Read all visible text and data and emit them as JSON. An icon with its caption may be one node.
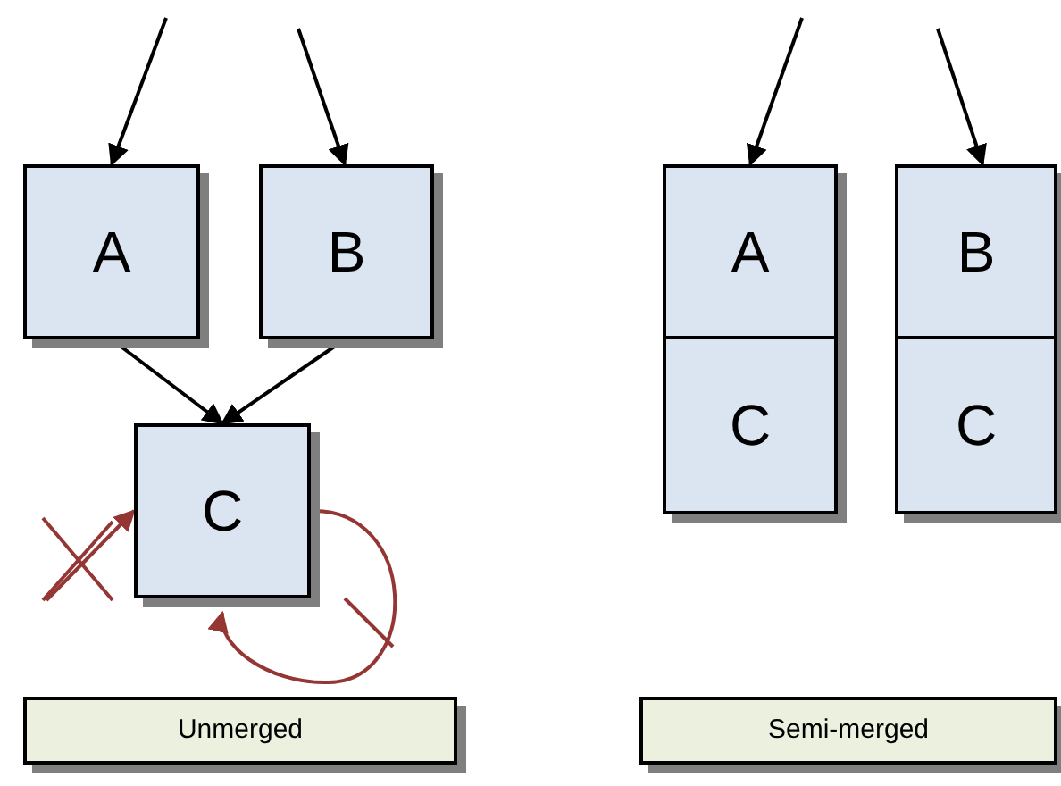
{
  "diagram": {
    "nodes": [
      {
        "text": [
          "A"
        ]
      },
      {
        "text": [
          "B"
        ]
      },
      {
        "text": [
          "C"
        ]
      },
      {
        "text": [
          "Unmerged"
        ]
      },
      {
        "text": [
          "A"
        ]
      },
      {
        "text": [
          "C"
        ]
      },
      {
        "text": [
          "B"
        ]
      },
      {
        "text": [
          "C"
        ]
      },
      {
        "text": [
          "Semi-merged"
        ]
      }
    ],
    "edges": [
      {
        "from": null,
        "to": 0,
        "arrow": "to"
      },
      {
        "from": null,
        "to": 1,
        "arrow": "to"
      },
      {
        "from": 0,
        "to": 2,
        "arrow": "to"
      },
      {
        "from": 1,
        "to": 2,
        "arrow": "to"
      },
      {
        "from": null,
        "to": 2,
        "arrow": "to",
        "color": "#943634"
      },
      {
        "from": 2,
        "to": 2,
        "arrow": "to",
        "color": "#943634"
      },
      {
        "from": null,
        "to": 4,
        "arrow": "to"
      },
      {
        "from": null,
        "to": 6,
        "arrow": "to"
      }
    ]
  }
}
